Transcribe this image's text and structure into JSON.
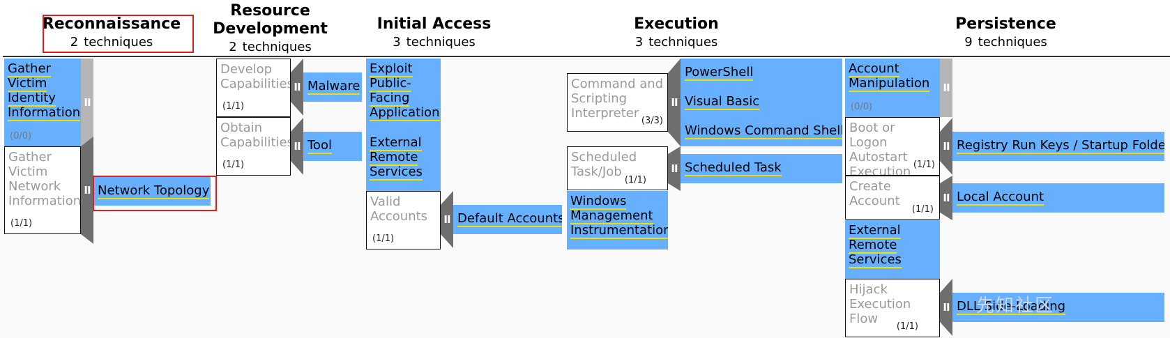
{
  "tactics": [
    {
      "title": "Reconnaissance",
      "count": "2",
      "count_label": "techniques"
    },
    {
      "title": "Resource\nDevelopment",
      "count": "2",
      "count_label": "techniques"
    },
    {
      "title": "Initial Access",
      "count": "3",
      "count_label": "techniques"
    },
    {
      "title": "Execution",
      "count": "3",
      "count_label": "techniques"
    },
    {
      "title": "Persistence",
      "count": "9",
      "count_label": "techniques"
    }
  ],
  "recon": {
    "gather_identity": {
      "lines": [
        "Gather",
        "Victim",
        "Identity",
        "Information"
      ],
      "ratio": "(0/0)"
    },
    "gather_network": {
      "lines": [
        "Gather",
        "Victim",
        "Network",
        "Information"
      ],
      "ratio": "(1/1)"
    },
    "network_topology": "Network Topology"
  },
  "resource": {
    "develop": {
      "lines": [
        "Develop",
        "Capabilities"
      ],
      "ratio": "(1/1)"
    },
    "obtain": {
      "lines": [
        "Obtain",
        "Capabilities"
      ],
      "ratio": "(1/1)"
    },
    "malware": "Malware",
    "tool": "Tool"
  },
  "initial": {
    "exploit": {
      "lines": [
        "Exploit",
        "Public-",
        "Facing",
        "Application"
      ]
    },
    "external": {
      "lines": [
        "External",
        "Remote",
        "Services"
      ]
    },
    "valid": {
      "lines": [
        "Valid",
        "Accounts"
      ],
      "ratio": "(1/1)"
    },
    "default_accounts": "Default Accounts"
  },
  "execution": {
    "cmd": {
      "lines": [
        "Command and",
        "Scripting",
        "Interpreter"
      ],
      "ratio": "(3/3)"
    },
    "sched": {
      "lines": [
        "Scheduled",
        "Task/Job"
      ],
      "ratio": "(1/1)"
    },
    "wmi": {
      "lines": [
        "Windows",
        "Management",
        "Instrumentation"
      ]
    },
    "powershell": "PowerShell",
    "visual_basic": "Visual Basic",
    "win_cmd": "Windows Command Shell",
    "sched_task": "Scheduled Task"
  },
  "persistence": {
    "account_manip": {
      "lines": [
        "Account",
        "Manipulation"
      ],
      "ratio": "(0/0)"
    },
    "boot": {
      "lines": [
        "Boot or Logon",
        "Autostart",
        "Execution"
      ],
      "ratio": "(1/1)"
    },
    "create": {
      "lines": [
        "Create",
        "Account"
      ],
      "ratio": "(1/1)"
    },
    "external": {
      "lines": [
        "External",
        "Remote",
        "Services"
      ]
    },
    "hijack": {
      "lines": [
        "Hijack",
        "Execution",
        "Flow"
      ],
      "ratio": "(1/1)"
    },
    "registry": "Registry Run Keys / Startup Folder",
    "local_account": "Local Account",
    "dll": "DLL Side-Loading"
  },
  "handle_glyph": "II",
  "watermark": "先知社区",
  "colors": {
    "technique_blue": "#66b0ff",
    "underline": "#f0e000",
    "highlight_red": "#e02020",
    "handle_gray": "#6e6e6e"
  }
}
